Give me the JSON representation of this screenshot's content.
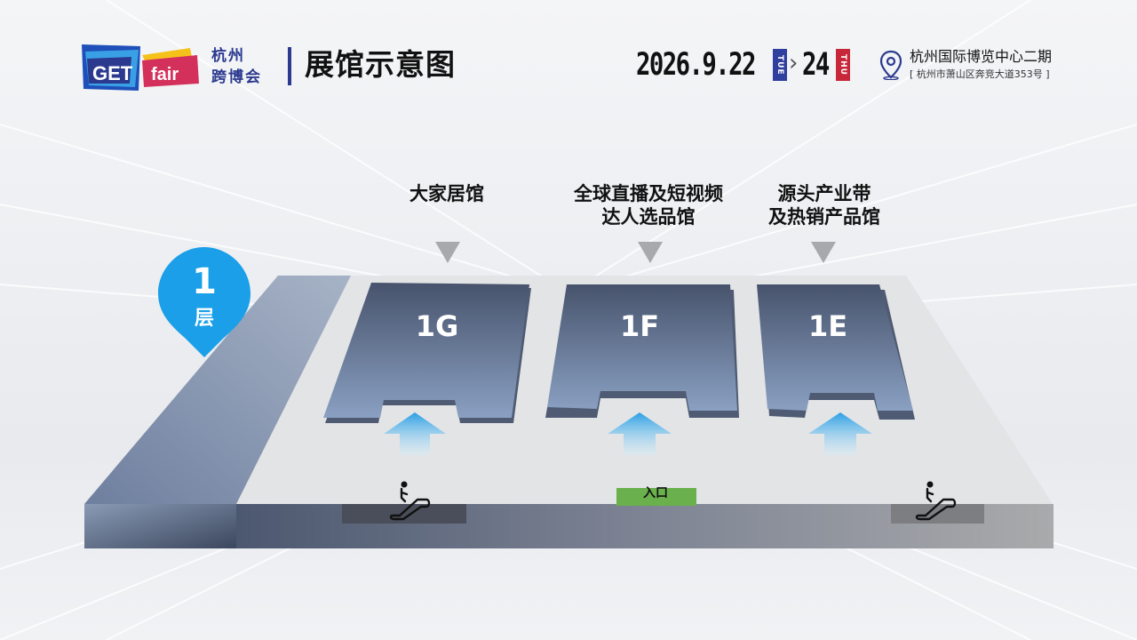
{
  "header": {
    "logo_text_get": "GET",
    "logo_text_fair": "fair",
    "brand_city": "杭州",
    "brand_fair": "跨博会",
    "title": "展馆示意图",
    "date_start": "2026.9.22",
    "date_start_dow": "TUE",
    "date_arrow": "›",
    "date_end": "24",
    "date_end_dow": "THU",
    "venue": "杭州国际博览中心二期",
    "address": "[ 杭州市萧山区奔竞大道353号 ]"
  },
  "floor": {
    "number": "1",
    "char": "层"
  },
  "halls": [
    {
      "code": "1G",
      "name_lines": [
        "大家居馆"
      ]
    },
    {
      "code": "1F",
      "name_lines": [
        "全球直播及短视频",
        "达人选品馆"
      ]
    },
    {
      "code": "1E",
      "name_lines": [
        "源头产业带",
        "及热销产品馆"
      ]
    }
  ],
  "entrance": "入口",
  "icons": [
    "location-pin-icon",
    "escalator-icon",
    "up-arrow-icon",
    "down-triangle-icon"
  ],
  "colors": {
    "brand_blue": "#2b3a8f",
    "floor_badge": "#1a9fe8",
    "hall_top": "#4a5670",
    "hall_bottom": "#8296b5",
    "entrance_green": "#6ab04c",
    "arrow_blue": "#33a7e8",
    "thu_red": "#c8273a"
  }
}
